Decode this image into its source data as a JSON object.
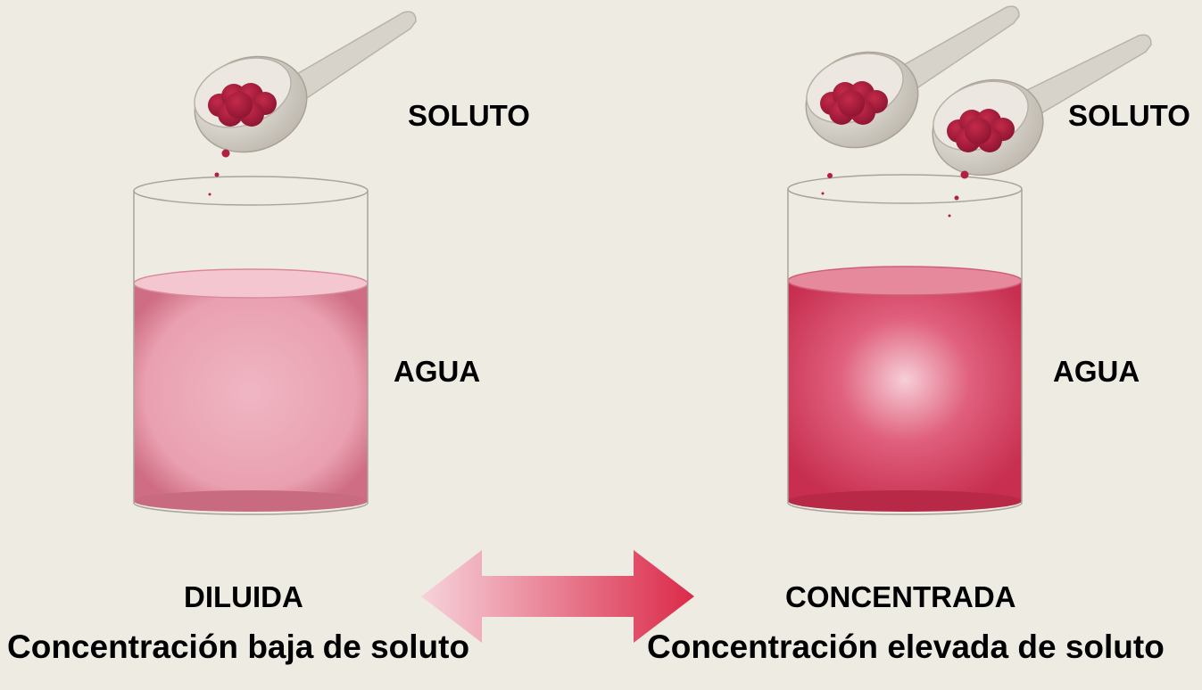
{
  "left": {
    "solute_label": "SOLUTO",
    "water_label": "AGUA",
    "state_label": "DILUIDA",
    "description": "Concentración baja de soluto",
    "liquid_color": "#eaa4b3"
  },
  "right": {
    "solute_label": "SOLUTO",
    "water_label": "AGUA",
    "state_label": "CONCENTRADA",
    "description": "Concentración elevada de soluto",
    "liquid_color": "#d63a5b"
  },
  "colors": {
    "background": "#eeebe2",
    "solute": "#a01c38",
    "arrow_start": "#f6cfd8",
    "arrow_end": "#dc2b4a",
    "spoon": "#d4cfc6"
  }
}
